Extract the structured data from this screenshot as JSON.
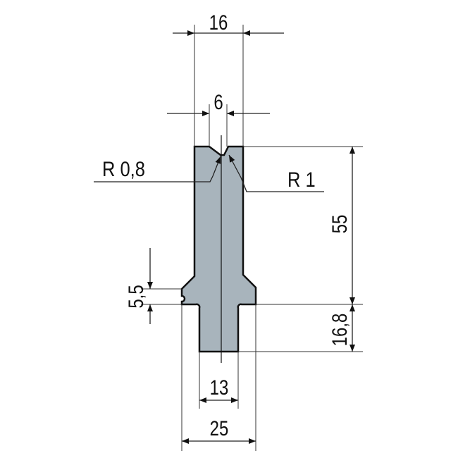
{
  "drawing": {
    "colors": {
      "body_fill": "#a8b4bc",
      "outline": "#111111"
    },
    "dimensions": {
      "top_width": "16",
      "v_opening": "6",
      "radius_left": "R 0,8",
      "radius_right": "R 1",
      "height": "55",
      "shank_height": "16,8",
      "flange_height": "5,5",
      "shank_width": "13",
      "flange_width": "25"
    }
  }
}
